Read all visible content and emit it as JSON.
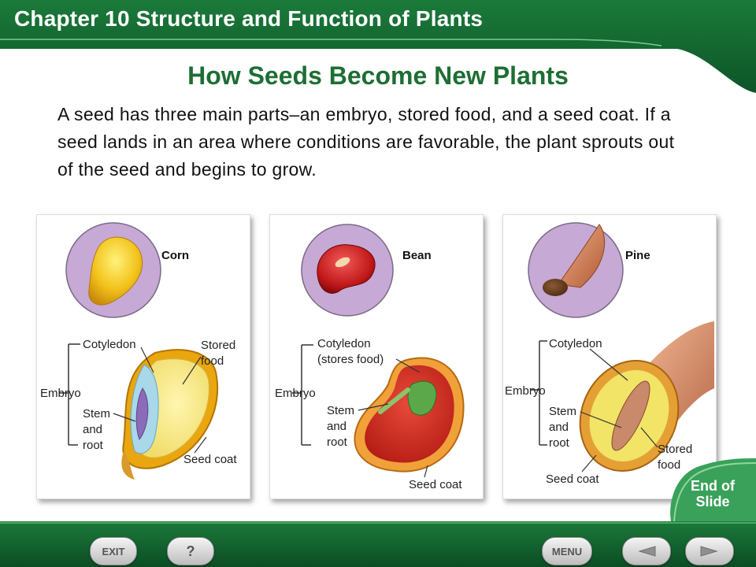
{
  "header": {
    "chapter_title": "Chapter 10  Structure and Function of Plants"
  },
  "slide": {
    "title": "How Seeds Become New Plants",
    "body": "A seed has three main parts–an embryo, stored food, and a seed coat. If a seed lands in an area where conditions are favorable, the plant sprouts out of the seed and begins to grow."
  },
  "panels": {
    "corn": {
      "name": "Corn",
      "cotyledon": "Cotyledon",
      "stored": "Stored",
      "food": "food",
      "embryo": "Embryo",
      "stem": "Stem",
      "and": "and",
      "root": "root",
      "seed_coat": "Seed coat"
    },
    "bean": {
      "name": "Bean",
      "cotyledon": "Cotyledon",
      "stores_food": "(stores food)",
      "embryo": "Embryo",
      "stem": "Stem",
      "and": "and",
      "root": "root",
      "seed_coat": "Seed coat"
    },
    "pine": {
      "name": "Pine",
      "cotyledon": "Cotyledon",
      "embryo": "Embryo",
      "stem": "Stem",
      "and": "and",
      "root": "root",
      "seed_coat": "Seed coat",
      "stored": "Stored",
      "food": "food"
    }
  },
  "end_slide": {
    "line1": "End of",
    "line2": "Slide"
  },
  "nav": {
    "exit_label": "EXIT",
    "help_label": "?",
    "menu_label": "MENU"
  },
  "colors": {
    "brand_green": "#0f5a2c",
    "title_green": "#1e6e34",
    "circle_fill": "#c6a9d4"
  }
}
